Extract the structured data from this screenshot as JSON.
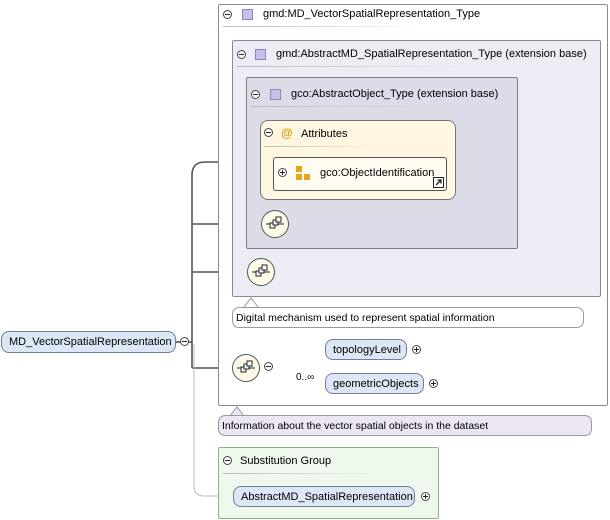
{
  "root": {
    "element": "MD_VectorSpatialRepresentation",
    "type": "gmd:MD_VectorSpatialRepresentation_Type",
    "extension1": "gmd:AbstractMD_SpatialRepresentation_Type (extension base)",
    "extension2": "gco:AbstractObject_Type (extension base)",
    "attributes_label": "Attributes",
    "attribute_group": "gco:ObjectIdentification",
    "doc_extension": "Digital mechanism used to represent spatial information",
    "children": [
      {
        "name": "topologyLevel",
        "cardinality": ""
      },
      {
        "name": "geometricObjects",
        "cardinality": "0..∞"
      }
    ],
    "doc_type": "Information about the vector spatial objects in the dataset",
    "substitution_label": "Substitution Group",
    "substitution_member": "AbstractMD_SpatialRepresentation"
  },
  "icons": {
    "collapse": "collapse-icon",
    "expand": "expand-icon",
    "complex_type": "complex-type-icon",
    "attribute": "attribute-at-icon",
    "attribute_group": "attribute-group-icon",
    "sequence": "sequence-compositor-icon",
    "link": "link-arrow-icon"
  },
  "colors": {
    "element_fill": "#dce6f5",
    "attributes_fill": "#fff6e2",
    "substitution_fill": "#eef8ec",
    "extension_fill": "#ececf4"
  }
}
